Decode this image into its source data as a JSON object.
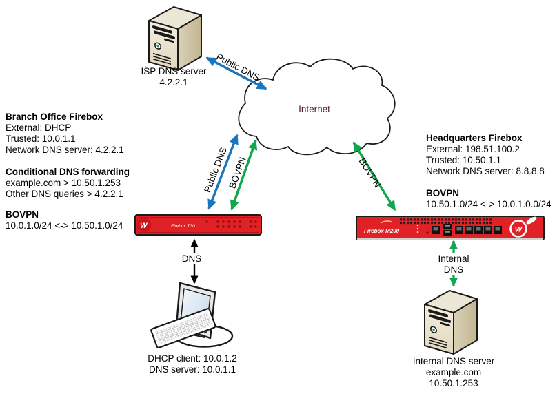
{
  "labels": {
    "internet": "Internet",
    "public_dns_top": "Public DNS",
    "public_dns_left": "Public DNS",
    "bovpn_left": "BOVPN",
    "bovpn_right": "BOVPN",
    "dns_vertical": "DNS",
    "internal_dns_line1": "Internal",
    "internal_dns_line2": "DNS"
  },
  "isp_server": {
    "line1": "ISP DNS server",
    "line2": "4.2.2.1"
  },
  "dhcp_client": {
    "line1": "DHCP client: 10.0.1.2",
    "line2": "DNS server: 10.0.1.1"
  },
  "internal_server": {
    "line1": "Internal DNS server",
    "line2": "example.com",
    "line3": "10.50.1.253"
  },
  "branch_info": {
    "title": "Branch Office Firebox",
    "line1": "External: DHCP",
    "line2": "Trusted: 10.0.1.1",
    "line3": "Network DNS server: 4.2.2.1",
    "cond_title": "Conditional DNS forwarding",
    "cond1": "example.com > 10.50.1.253",
    "cond2": "Other DNS queries > 4.2.2.1",
    "bovpn_title": "BOVPN",
    "bovpn_line": "10.0.1.0/24 <-> 10.50.1.0/24"
  },
  "hq_info": {
    "title": "Headquarters Firebox",
    "line1": "External: 198.51.100.2",
    "line2": "Trusted: 10.50.1.1",
    "line3": "Network DNS server: 8.8.8.8",
    "bovpn_title": "BOVPN",
    "bovpn_line": "10.50.1.0/24 <-> 10.0.1.0.0/24"
  },
  "devices": {
    "branch_firebox_model": "Firebox T30",
    "hq_firebox_model": "Firebox M200",
    "hq_logo_letter": "W",
    "branch_logo_letter": "W"
  },
  "colors": {
    "arrow_blue": "#1b75bc",
    "arrow_green": "#10a74f",
    "arrow_black": "#000000",
    "firebox_red": "#e02126",
    "internet_text": "#4a1a1a"
  }
}
